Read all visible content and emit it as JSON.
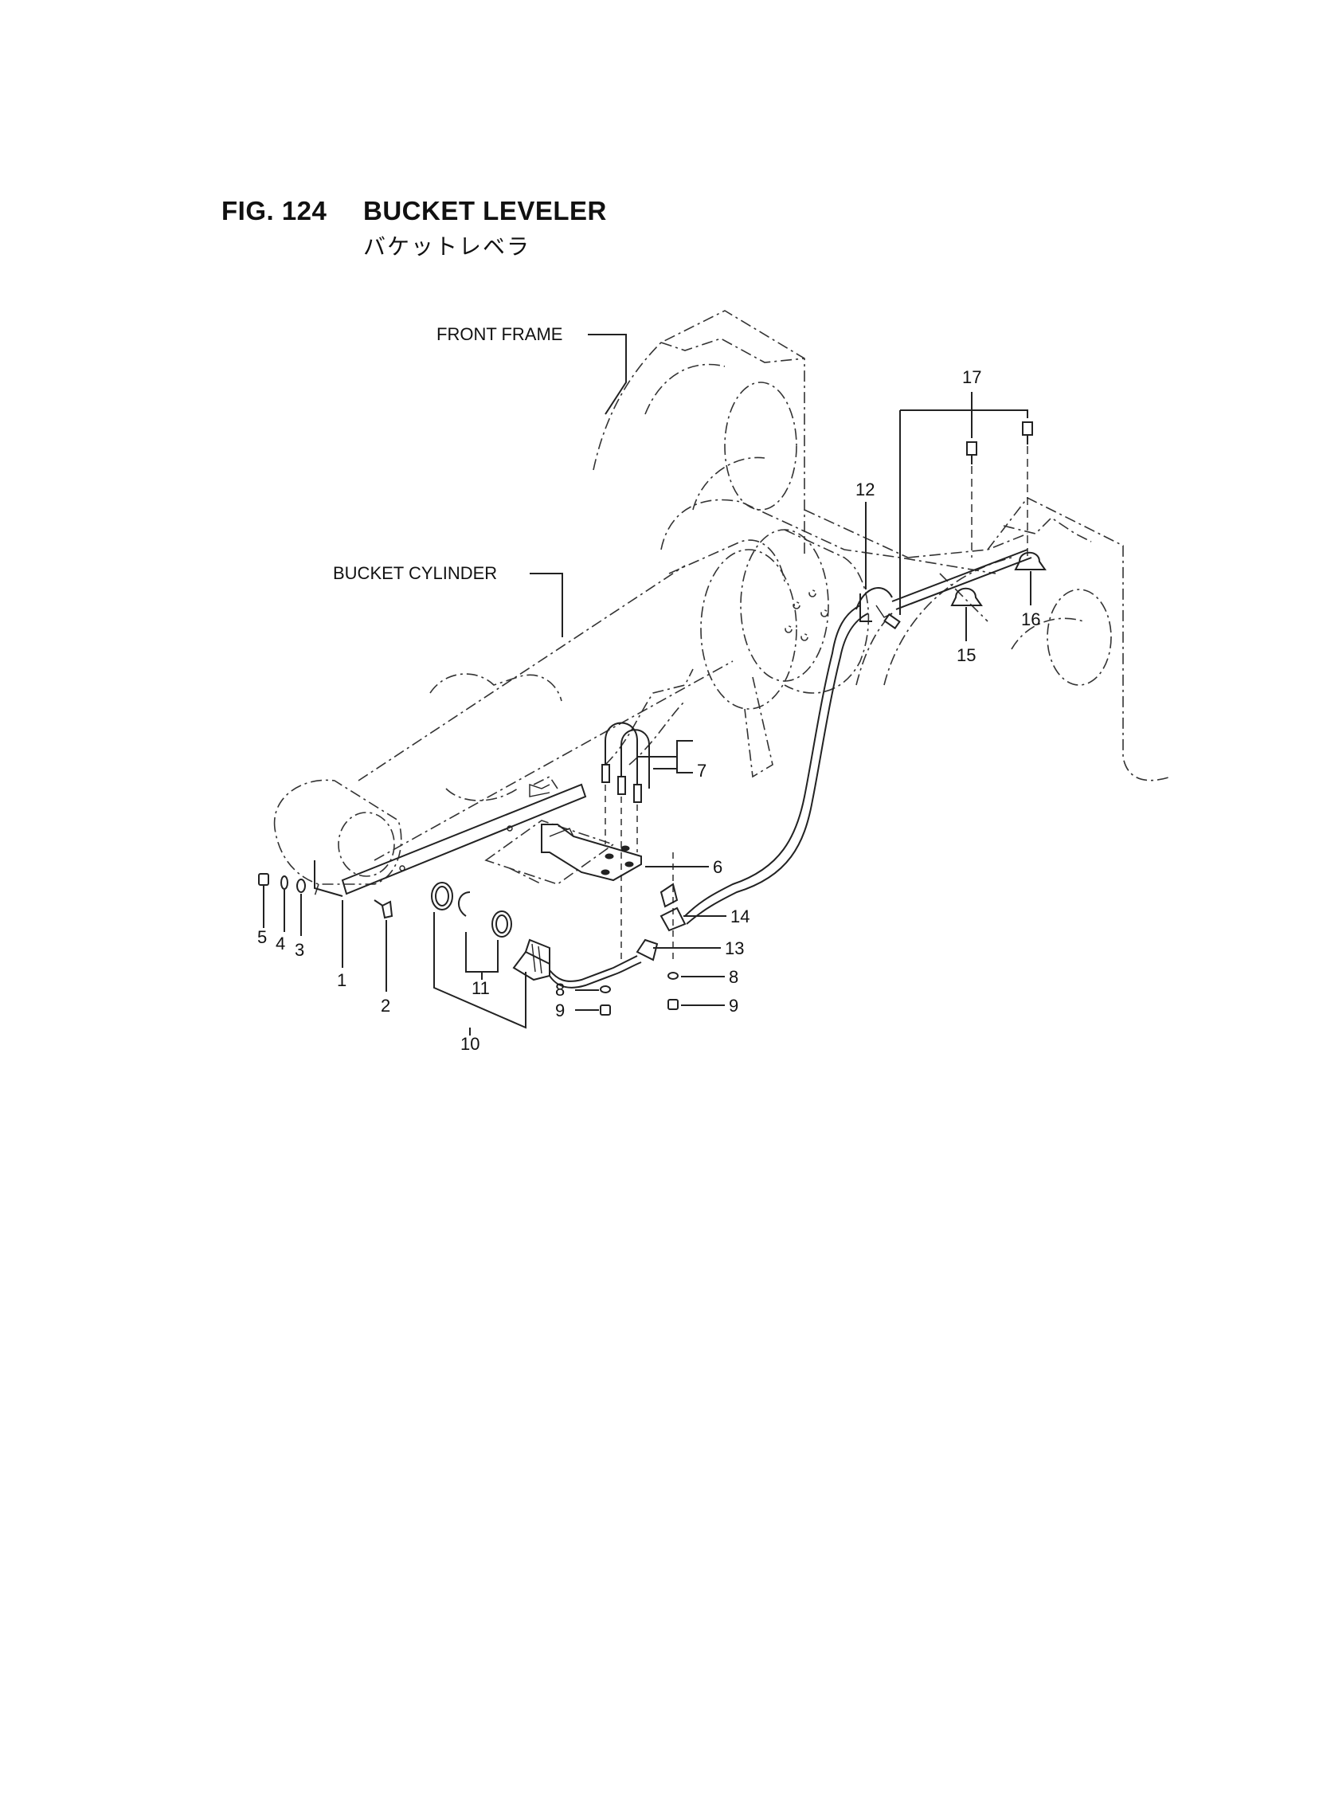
{
  "figure": {
    "number": "FIG. 124",
    "title": "BUCKET LEVELER",
    "subtitle_jp": "バケットレベラ"
  },
  "labels": {
    "front_frame": "FRONT FRAME",
    "bucket_cylinder": "BUCKET CYLINDER"
  },
  "callouts": [
    {
      "id": "c1",
      "text": "1"
    },
    {
      "id": "c2",
      "text": "2"
    },
    {
      "id": "c3",
      "text": "3"
    },
    {
      "id": "c4",
      "text": "4"
    },
    {
      "id": "c5",
      "text": "5"
    },
    {
      "id": "c6",
      "text": "6"
    },
    {
      "id": "c7",
      "text": "7"
    },
    {
      "id": "c8a",
      "text": "8"
    },
    {
      "id": "c8b",
      "text": "8"
    },
    {
      "id": "c9a",
      "text": "9"
    },
    {
      "id": "c9b",
      "text": "9"
    },
    {
      "id": "c10",
      "text": "10"
    },
    {
      "id": "c11",
      "text": "11"
    },
    {
      "id": "c12",
      "text": "12"
    },
    {
      "id": "c13",
      "text": "13"
    },
    {
      "id": "c14",
      "text": "14"
    },
    {
      "id": "c15",
      "text": "15"
    },
    {
      "id": "c16",
      "text": "16"
    },
    {
      "id": "c17",
      "text": "17"
    }
  ]
}
